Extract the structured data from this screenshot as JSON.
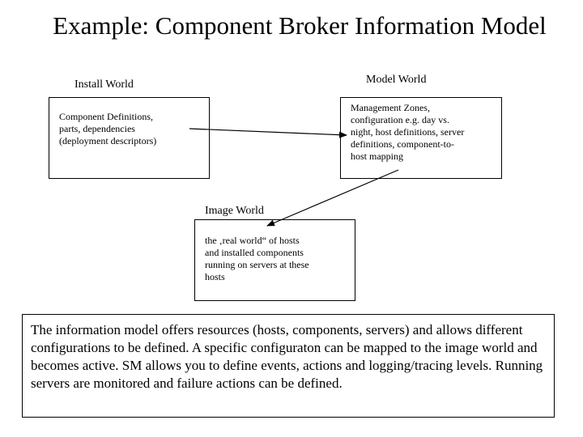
{
  "title": "Example:  Component Broker Information Model",
  "install_world": {
    "label": "Install World",
    "lines": [
      "Component Definitions,",
      "parts, dependencies",
      "(deployment descriptors)"
    ]
  },
  "model_world": {
    "label": "Model World",
    "lines": [
      "Management Zones,",
      "configuration e.g. day vs.",
      "night, host definitions, server",
      "definitions, component-to-",
      "host mapping"
    ]
  },
  "image_world": {
    "label": "Image World",
    "lines": [
      "the ‚real world“ of hosts",
      "and installed components",
      "running on servers at these",
      "hosts"
    ]
  },
  "summary": "The information model offers resources (hosts, components, servers) and allows different configurations to be defined. A specific configuraton can be mapped to the image world and becomes active. SM allows you to define events, actions and logging/tracing levels. Running servers are monitored and failure actions can be defined."
}
